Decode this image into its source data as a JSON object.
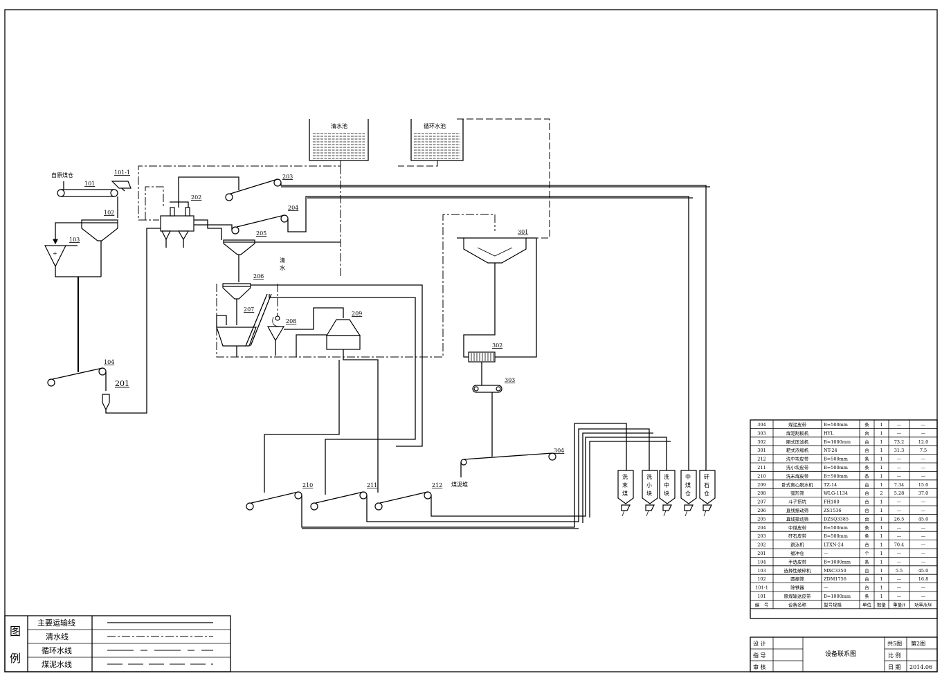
{
  "diagram": {
    "tanks": {
      "clear_water": "清水池",
      "circulating_water": "循环水池"
    },
    "labels": {
      "raw_coal_bin": "自原煤仓",
      "clear_water_vertical": [
        "清",
        "水"
      ],
      "slime_pile": "煤泥堆"
    },
    "equipment_tags": {
      "t101": "101",
      "t101_1": "101-1",
      "t102": "102",
      "t103": "103",
      "t104": "104",
      "t201": "201",
      "t202": "202",
      "t203": "203",
      "t204": "204",
      "t205": "205",
      "t206": "206",
      "t207": "207",
      "t208": "208",
      "t209": "209",
      "t210": "210",
      "t211": "211",
      "t212": "212",
      "t301": "301",
      "t302": "302",
      "t303": "303",
      "t304": "304"
    },
    "crusher_symbol": "+",
    "bins": [
      {
        "chars": [
          "洗",
          "末",
          "煤"
        ]
      },
      {
        "chars": [
          "洗",
          "小",
          "块"
        ]
      },
      {
        "chars": [
          "洗",
          "中",
          "块"
        ]
      },
      {
        "chars": [
          "中",
          "煤",
          "仓"
        ]
      },
      {
        "chars": [
          "矸",
          "石",
          "仓"
        ]
      }
    ]
  },
  "equipment_table": {
    "rows": [
      [
        "304",
        "煤泥皮带",
        "B=500mm",
        "条",
        "1",
        "—",
        "—"
      ],
      [
        "303",
        "煤泥刮板机",
        "HYL",
        "台",
        "1",
        "—",
        "—"
      ],
      [
        "302",
        "厢式压滤机",
        "B=1000mm",
        "台",
        "1",
        "73.2",
        "12.0"
      ],
      [
        "301",
        "耙式浓缩机",
        "NT-24",
        "台",
        "1",
        "31.3",
        "7.5"
      ],
      [
        "212",
        "洗中块皮带",
        "B=500mm",
        "条",
        "1",
        "—",
        "—"
      ],
      [
        "211",
        "洗小块皮带",
        "B=500mm",
        "条",
        "1",
        "—",
        "—"
      ],
      [
        "210",
        "洗末煤皮带",
        "B=500mm",
        "条",
        "1",
        "—",
        "—"
      ],
      [
        "209",
        "卧式离心脱水机",
        "TZ-14",
        "台",
        "1",
        "7.34",
        "15.0"
      ],
      [
        "208",
        "弧形筛",
        "WLG-1134",
        "台",
        "2",
        "5.28",
        "37.0"
      ],
      [
        "207",
        "斗子捞坑",
        "FH100",
        "台",
        "1",
        "—",
        "—"
      ],
      [
        "206",
        "直线振动筛",
        "ZS1536",
        "台",
        "1",
        "—",
        "—"
      ],
      [
        "205",
        "直线振动筛",
        "DZSQ3385",
        "台",
        "1",
        "26.5",
        "45.0"
      ],
      [
        "204",
        "中煤皮带",
        "B=500mm",
        "条",
        "1",
        "—",
        "—"
      ],
      [
        "203",
        "矸石皮带",
        "B=500mm",
        "条",
        "1",
        "—",
        "—"
      ],
      [
        "202",
        "跳汰机",
        "LTXN-24",
        "台",
        "1",
        "70.4",
        "—"
      ],
      [
        "201",
        "缓冲仓",
        "—",
        "个",
        "1",
        "—",
        "—"
      ],
      [
        "104",
        "手选皮带",
        "B=1000mm",
        "条",
        "1",
        "—",
        "—"
      ],
      [
        "103",
        "选择性破碎机",
        "MXC3350",
        "台",
        "1",
        "5.5",
        "45.0"
      ],
      [
        "102",
        "圆振筛",
        "ZDM1756",
        "台",
        "1",
        "—",
        "16.8"
      ],
      [
        "101-1",
        "除铁器",
        "—",
        "台",
        "1",
        "—",
        "—"
      ],
      [
        "101",
        "原煤输送皮带",
        "B=1000mm",
        "条",
        "1",
        "—",
        "—"
      ]
    ],
    "header": [
      "编　号",
      "设备名称",
      "型号规格",
      "单位",
      "数量",
      "重量/t",
      "功率/kW"
    ]
  },
  "title_block": {
    "design": "设 计",
    "guide": "指 导",
    "review": "审 核",
    "drawing_name": "设备联系图",
    "total_sheets": "共5图",
    "sheet_no": "第2图",
    "scale": "比 例",
    "date_label": "日 期",
    "date_value": "2014.06"
  },
  "legend": {
    "title_chars": [
      "图",
      "例"
    ],
    "items": [
      {
        "label": "主要运输线",
        "style": "solid"
      },
      {
        "label": "清水线",
        "style": "dash-dot"
      },
      {
        "label": "循环水线",
        "style": "dash"
      },
      {
        "label": "煤泥水线",
        "style": "slime"
      }
    ]
  }
}
